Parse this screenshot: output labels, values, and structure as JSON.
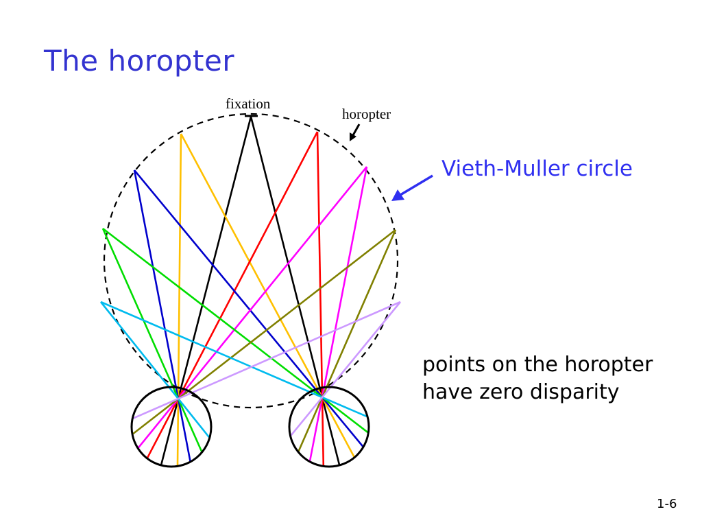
{
  "slide": {
    "title": "The horopter",
    "callout": "Vieth-Muller circle",
    "note_line1": "points on the horopter",
    "note_line2": "have zero disparity",
    "page_number": "1-6"
  },
  "diagram": {
    "fixation_label": "fixation",
    "horopter_label": "horopter",
    "accent_color": "#2f2ff0",
    "rays": [
      {
        "name": "fixation",
        "color": "#000000"
      },
      {
        "name": "yellow",
        "color": "#ffc000"
      },
      {
        "name": "red",
        "color": "#ff0000"
      },
      {
        "name": "blue",
        "color": "#0000cc"
      },
      {
        "name": "magenta",
        "color": "#ff00ff"
      },
      {
        "name": "green",
        "color": "#00dd00"
      },
      {
        "name": "olive",
        "color": "#808000"
      },
      {
        "name": "cyan",
        "color": "#00bbee"
      },
      {
        "name": "lavender",
        "color": "#cc99ff"
      }
    ]
  }
}
